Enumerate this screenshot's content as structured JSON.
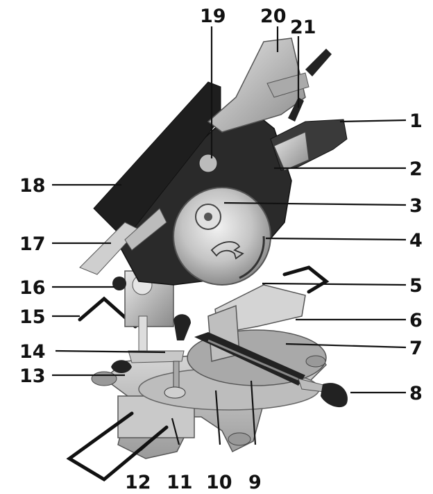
{
  "figure": {
    "callouts": [
      {
        "id": "1",
        "label": "1"
      },
      {
        "id": "2",
        "label": "2"
      },
      {
        "id": "3",
        "label": "3"
      },
      {
        "id": "4",
        "label": "4"
      },
      {
        "id": "5",
        "label": "5"
      },
      {
        "id": "6",
        "label": "6"
      },
      {
        "id": "7",
        "label": "7"
      },
      {
        "id": "8",
        "label": "8"
      },
      {
        "id": "9",
        "label": "9"
      },
      {
        "id": "10",
        "label": "10"
      },
      {
        "id": "11",
        "label": "11"
      },
      {
        "id": "12",
        "label": "12"
      },
      {
        "id": "13",
        "label": "13"
      },
      {
        "id": "14",
        "label": "14"
      },
      {
        "id": "15",
        "label": "15"
      },
      {
        "id": "16",
        "label": "16"
      },
      {
        "id": "17",
        "label": "17"
      },
      {
        "id": "18",
        "label": "18"
      },
      {
        "id": "19",
        "label": "19"
      },
      {
        "id": "20",
        "label": "20"
      },
      {
        "id": "21",
        "label": "21"
      }
    ]
  }
}
